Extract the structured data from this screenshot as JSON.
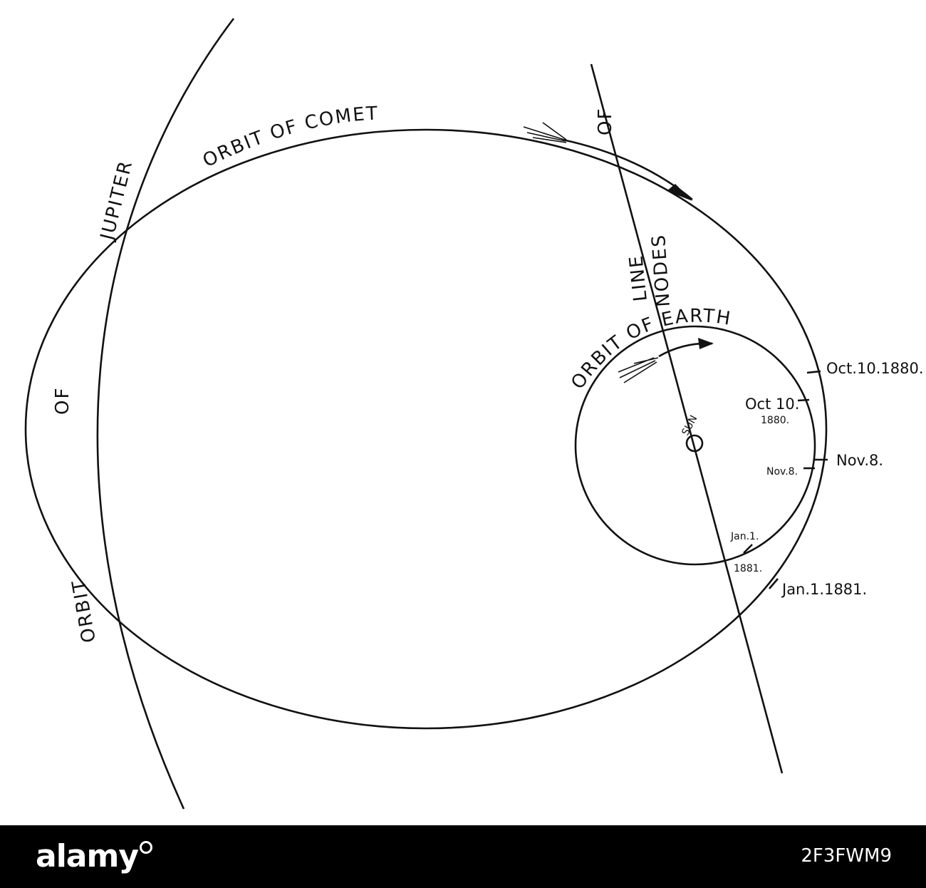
{
  "labels": {
    "orbit_of_comet": "ORBIT OF COMET",
    "orbit_of_earth": "ORBIT OF EARTH",
    "jupiter": "JUPITER",
    "of_jupiter": "OF",
    "orbit_jupiter": "ORBIT",
    "of_nodes": "OF",
    "line": "LINE",
    "nodes": "NODES",
    "sun": "SUN"
  },
  "date_marks": {
    "comet_oct": "Oct.10.1880.",
    "earth_oct_line1": "Oct 10.",
    "earth_oct_line2": "1880.",
    "comet_nov": "Nov.8.",
    "earth_nov": "Nov.8.",
    "earth_jan_line1": "Jan.1.",
    "earth_jan_line2": "1881.",
    "comet_jan": "Jan.1.1881."
  },
  "footer": {
    "logo": "alamy",
    "image_id": "2F3FWM9"
  }
}
